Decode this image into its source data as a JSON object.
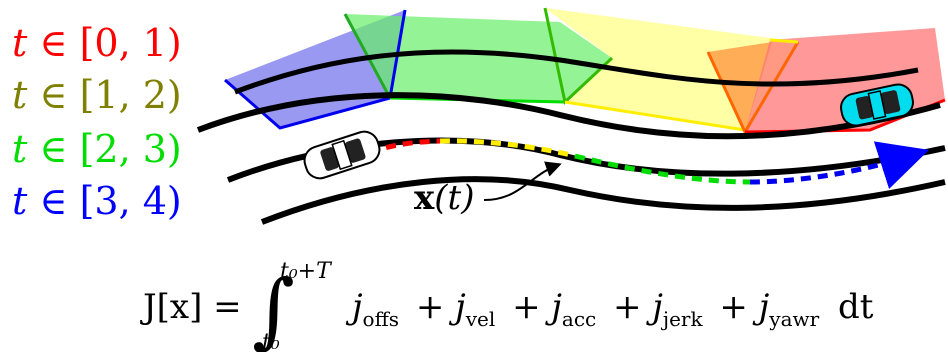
{
  "legend": {
    "items": [
      {
        "prefix": "t ∈ ",
        "interval": "[0, 1)",
        "color": "#ff0000"
      },
      {
        "prefix": "t ∈ ",
        "interval": "[1, 2)",
        "color": "#808000"
      },
      {
        "prefix": "t ∈ ",
        "interval": "[2, 3)",
        "color": "#00dd00"
      },
      {
        "prefix": "t ∈ ",
        "interval": "[3, 4)",
        "color": "#0000ff"
      }
    ]
  },
  "trajectory_label": {
    "bold": "x",
    "rest": "(t)"
  },
  "equation": {
    "lhs": "J[x] = ",
    "upper_limit": "t₀+T",
    "lower_limit": "t₀",
    "terms": [
      {
        "base": "j",
        "sub": "offs"
      },
      {
        "base": "j",
        "sub": "vel"
      },
      {
        "base": "j",
        "sub": "acc"
      },
      {
        "base": "j",
        "sub": "jerk"
      },
      {
        "base": "j",
        "sub": "yawr"
      }
    ],
    "differential": "dt"
  },
  "colors": {
    "blue_zone": "#7777ee",
    "green_zone": "#77ee77",
    "yellow_zone": "#ffff99",
    "orange_zone": "#ffaa44",
    "red_zone": "#ff8888",
    "road": "#000000",
    "ego_car": "#ffffff",
    "other_car": "#00ddee"
  }
}
